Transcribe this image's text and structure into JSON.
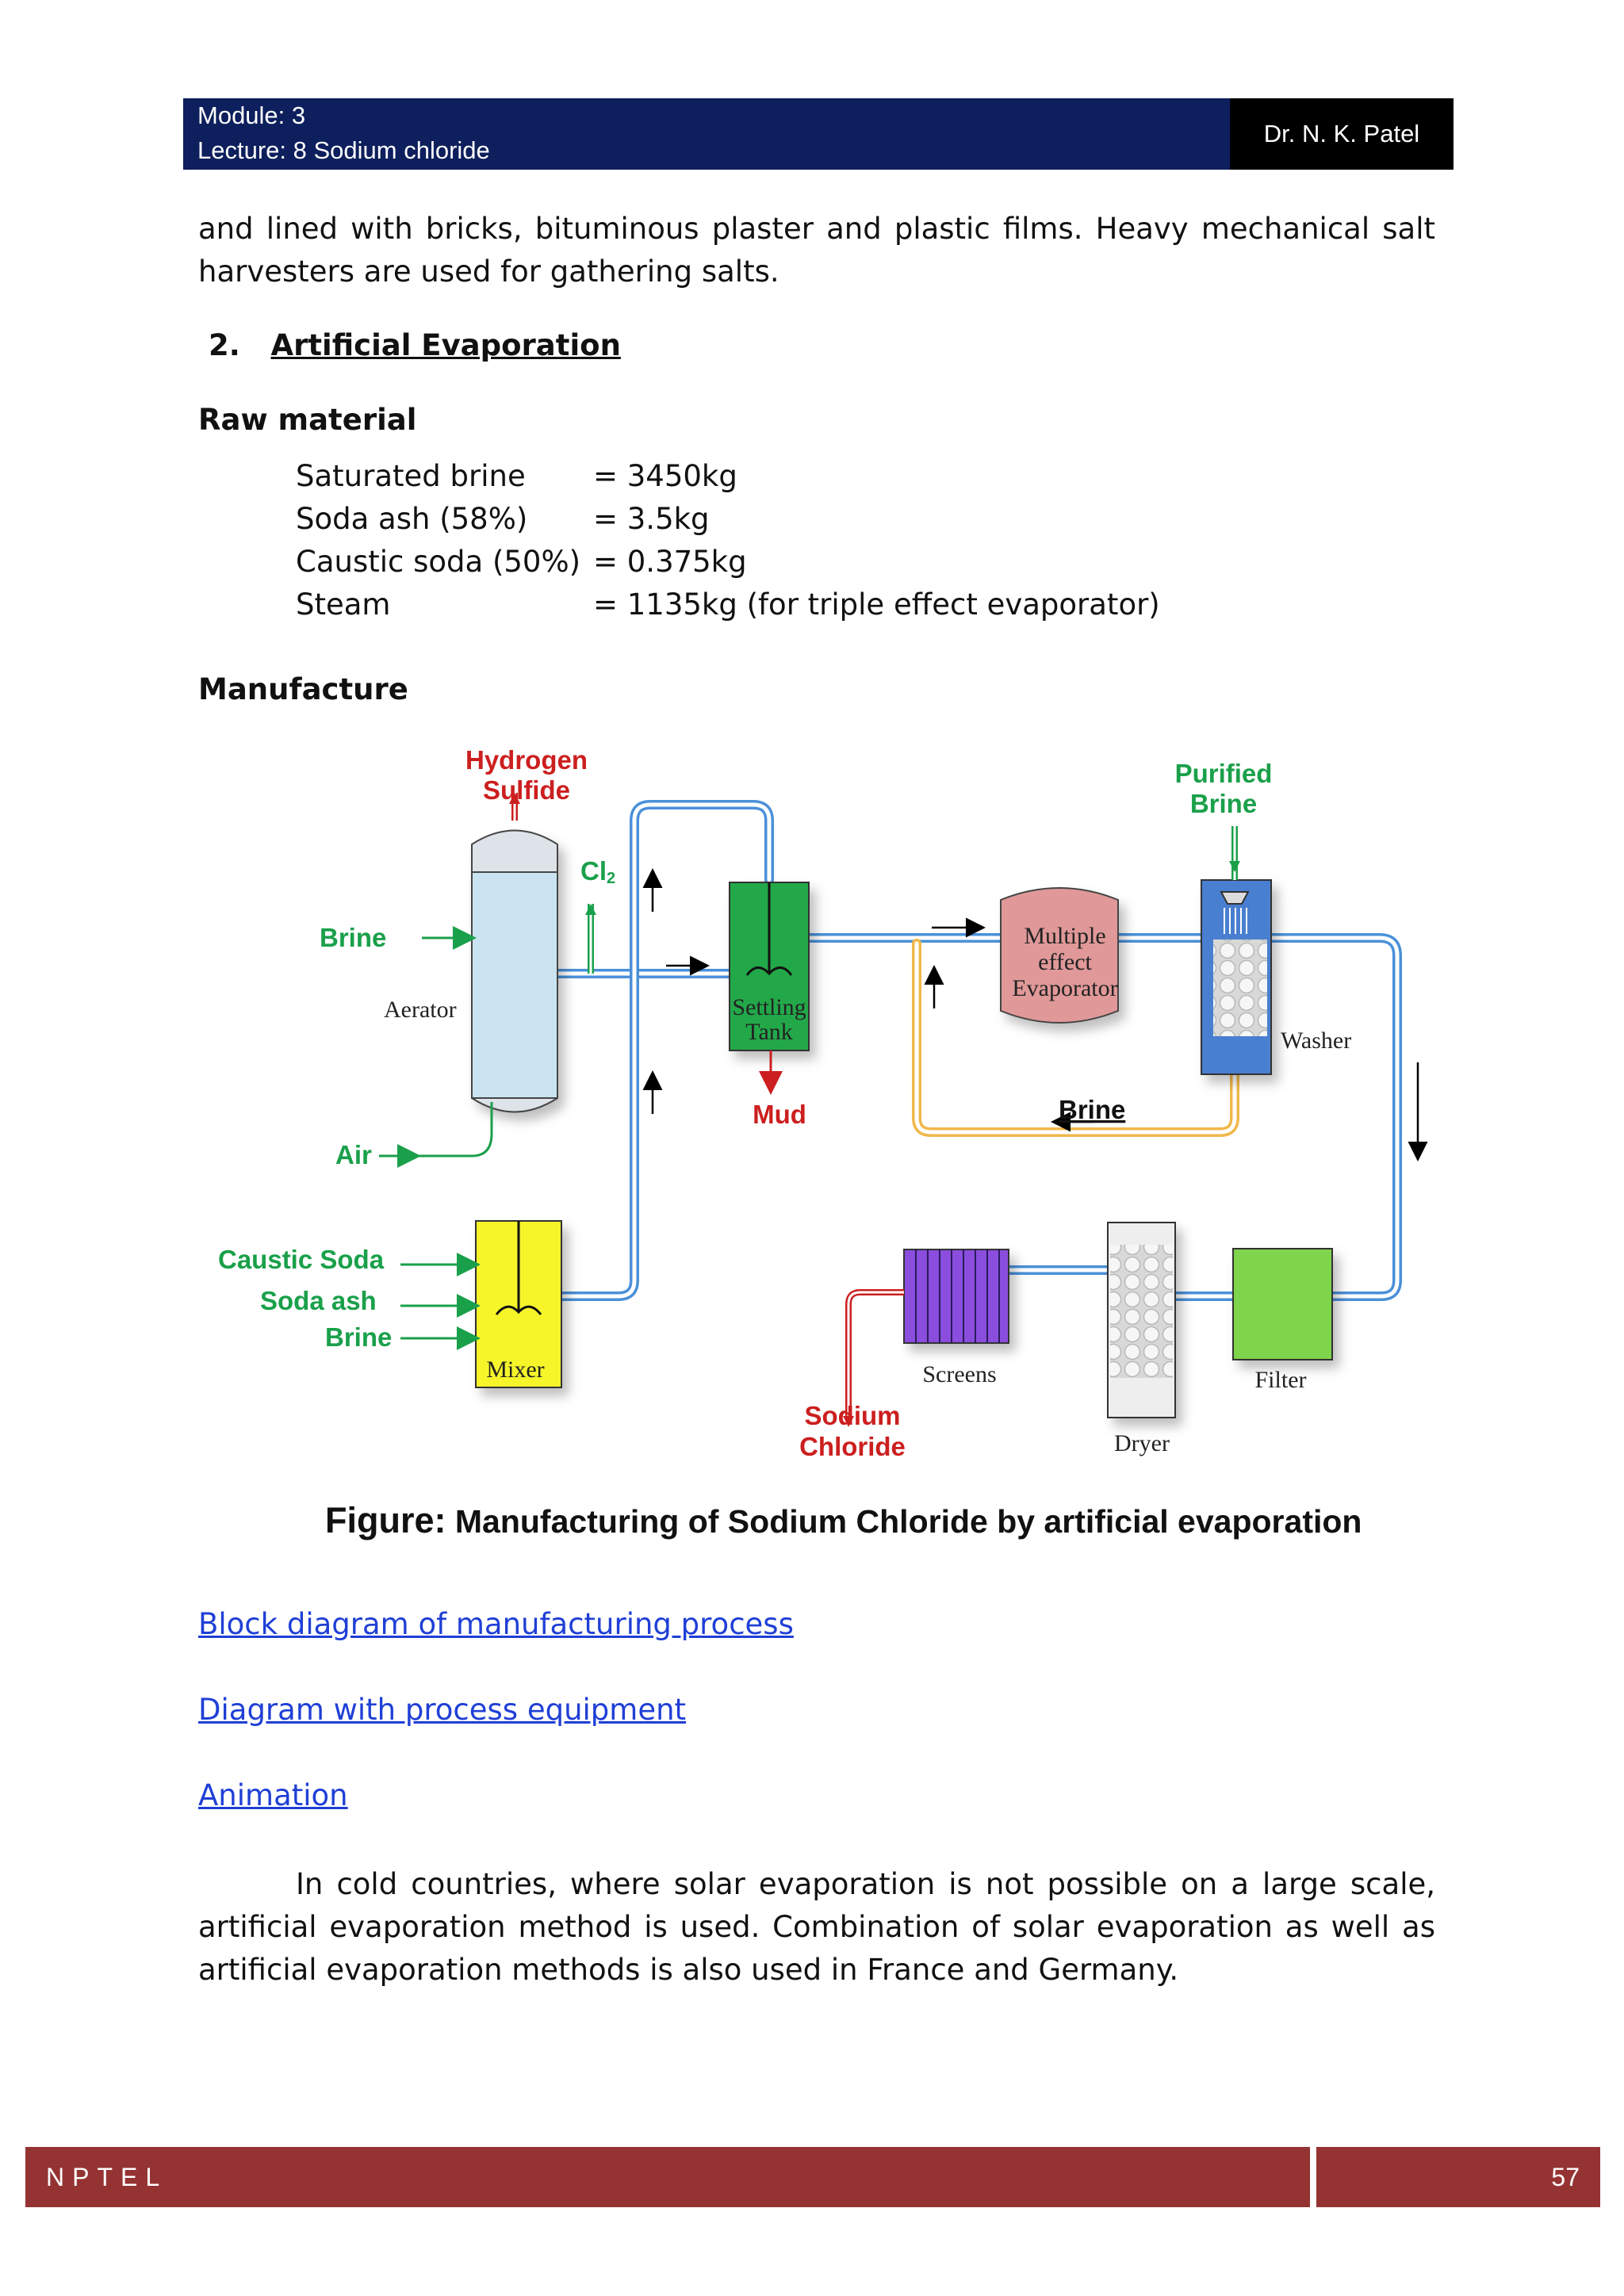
{
  "header": {
    "module": "Module: 3",
    "lecture": "Lecture: 8   Sodium chloride",
    "author": "Dr. N. K.  Patel"
  },
  "intro_text": "and lined with bricks, bituminous plaster and plastic films. Heavy mechanical salt harvesters are used for gathering salts.",
  "section": {
    "number": "2.",
    "title": "Artificial Evaporation"
  },
  "raw_material": {
    "heading": "Raw material",
    "items": [
      {
        "label": "Saturated brine",
        "value": "= 3450kg"
      },
      {
        "label": "Soda ash (58%)",
        "value": "= 3.5kg"
      },
      {
        "label": "Caustic soda (50%)",
        "value": "= 0.375kg"
      },
      {
        "label": "Steam",
        "value": "= 1135kg (for triple effect evaporator)"
      }
    ]
  },
  "manufacture_heading": "Manufacture",
  "diagram": {
    "labels": {
      "hydrogen_sulfide_1": "Hydrogen",
      "hydrogen_sulfide_2": "Sulfide",
      "cl2": "Cl",
      "cl2_sub": "2",
      "brine_in": "Brine",
      "aerator": "Aerator",
      "air": "Air",
      "settling_1": "Settling",
      "settling_2": "Tank",
      "mud": "Mud",
      "evap_1": "Multiple",
      "evap_2": "effect",
      "evap_3": "Evaporator",
      "purified_1": "Purified",
      "purified_2": "Brine",
      "washer": "Washer",
      "brine_return": "Brine",
      "caustic_soda": "Caustic Soda",
      "soda_ash": "Soda ash",
      "brine_mixer": "Brine",
      "mixer": "Mixer",
      "screens": "Screens",
      "sodium_1": "Sodium",
      "sodium_2": "Chloride",
      "dryer": "Dryer",
      "filter": "Filter"
    },
    "colors": {
      "pipe": "#4a90d9",
      "product": "#cc1f1f",
      "input": "#1aa04a",
      "recycle": "#f0b84a"
    }
  },
  "figure_caption": {
    "prefix": "Figure:",
    "text": " Manufacturing of Sodium Chloride by artificial evaporation"
  },
  "links": [
    "Block diagram of manufacturing process",
    "Diagram with process equipment",
    "Animation"
  ],
  "closing_text": "In cold countries, where solar evaporation is not possible on a large scale, artificial evaporation method is used. Combination of solar evaporation as well as artificial evaporation methods is also used in France and Germany.",
  "footer": {
    "brand": "NPTEL",
    "page": "57"
  }
}
